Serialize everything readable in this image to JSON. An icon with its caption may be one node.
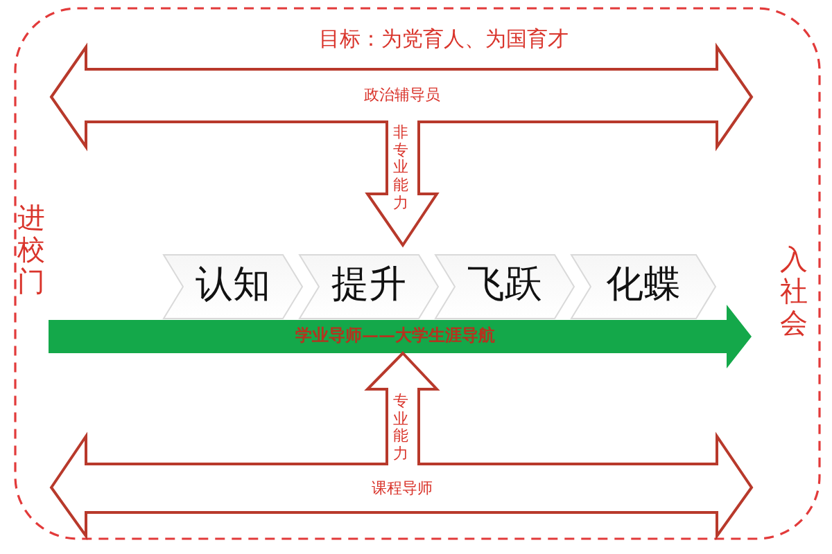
{
  "diagram": {
    "nodes": [
      {
        "text": [
          "目标：为党育人、为国育才"
        ]
      },
      {
        "text": [
          "政治辅导员",
          "非专业能力"
        ],
        "in": 0
      },
      {
        "text": [
          "认知"
        ],
        "in": 0
      },
      {
        "text": [
          "提升"
        ],
        "in": 0
      },
      {
        "text": [
          "飞跃"
        ],
        "in": 0
      },
      {
        "text": [
          "化蝶"
        ],
        "in": 0
      },
      {
        "text": [
          "学业导师——大学生涯导航"
        ],
        "in": 0
      },
      {
        "text": [
          "专业能力",
          "课程导师"
        ],
        "in": 0
      }
    ],
    "labels": [
      "进校门",
      "入社会"
    ]
  }
}
